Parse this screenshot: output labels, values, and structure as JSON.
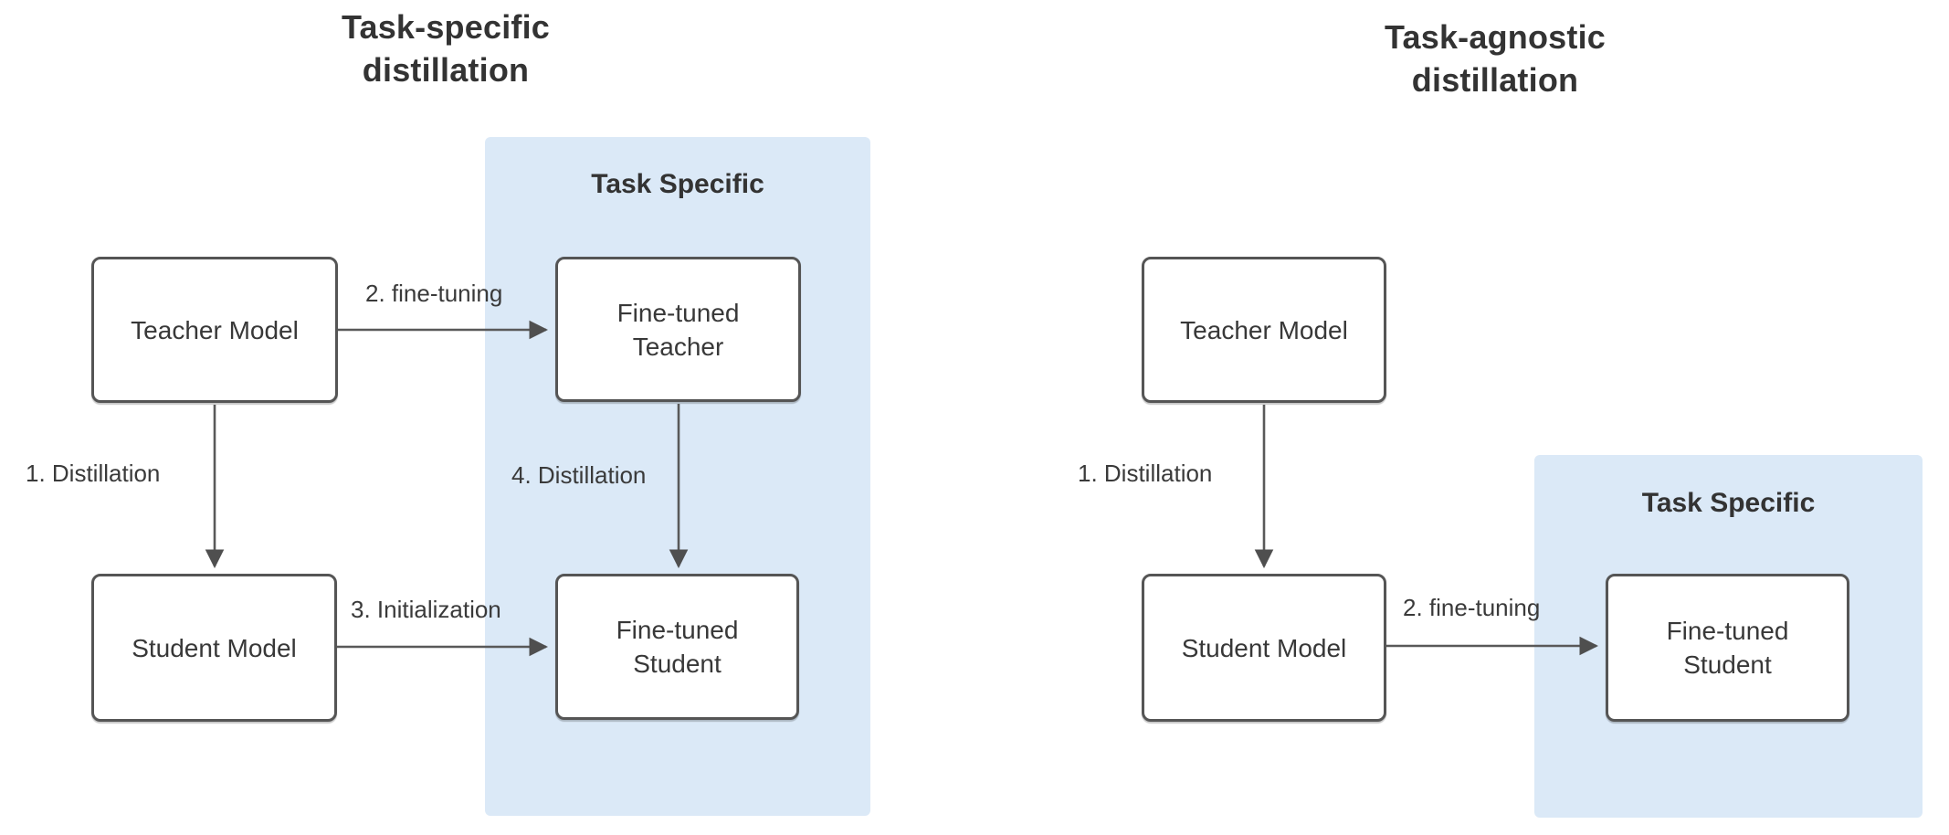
{
  "colors": {
    "background": "#ffffff",
    "panel_fill": "#dbe9f7",
    "node_fill": "#ffffff",
    "node_border": "#555555",
    "arrow": "#595959",
    "text": "#333333"
  },
  "left_diagram": {
    "title_line1": "Task-specific",
    "title_line2": "distillation",
    "panel_label": "Task Specific",
    "nodes": {
      "teacher": {
        "lines": [
          "Teacher Model"
        ]
      },
      "fine_tuned_teacher": {
        "lines": [
          "Fine-tuned",
          "Teacher"
        ]
      },
      "student": {
        "lines": [
          "Student Model"
        ]
      },
      "fine_tuned_student": {
        "lines": [
          "Fine-tuned",
          "Student"
        ]
      }
    },
    "edges": {
      "distillation_1": "1. Distillation",
      "fine_tuning_2": "2. fine-tuning",
      "initialization_3": "3. Initialization",
      "distillation_4": "4. Distillation"
    }
  },
  "right_diagram": {
    "title_line1": "Task-agnostic",
    "title_line2": "distillation",
    "panel_label": "Task Specific",
    "nodes": {
      "teacher": {
        "lines": [
          "Teacher Model"
        ]
      },
      "student": {
        "lines": [
          "Student Model"
        ]
      },
      "fine_tuned_student": {
        "lines": [
          "Fine-tuned",
          "Student"
        ]
      }
    },
    "edges": {
      "distillation_1": "1. Distillation",
      "fine_tuning_2": "2. fine-tuning"
    }
  }
}
